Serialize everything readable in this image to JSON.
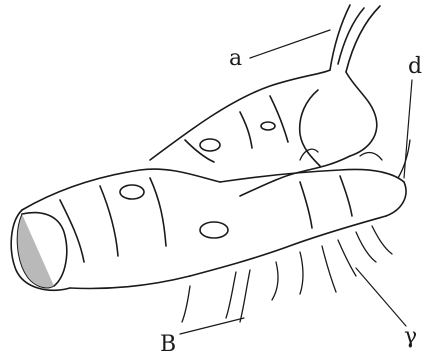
{
  "labels": {
    "a": "a",
    "d": "d",
    "b": "B",
    "g": "γ"
  },
  "colors": {
    "ink": "#1a1a1a",
    "paper": "#ffffff",
    "cut_face": "#b9b9b9"
  }
}
